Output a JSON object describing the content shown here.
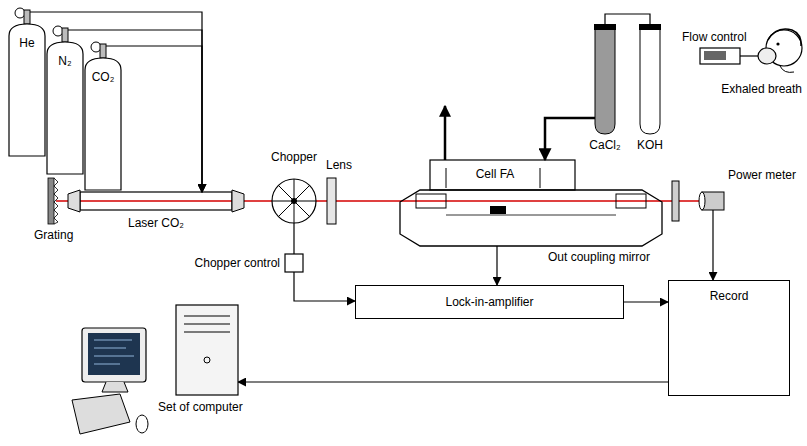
{
  "diagram": {
    "nodes": [
      {
        "text": [
          "He"
        ]
      },
      {
        "text": [
          "N₂"
        ]
      },
      {
        "text": [
          "CO₂"
        ]
      },
      {
        "text": [
          "Laser CO₂"
        ]
      },
      {
        "text": [
          "Chopper"
        ]
      },
      {
        "text": [
          "Cell FA"
        ]
      },
      {
        "text": [
          "CaCl₂"
        ]
      },
      {
        "text": [
          "KOH"
        ]
      },
      {
        "text": [
          "Flow control"
        ]
      },
      {
        "text": [
          "Exhaled breath"
        ]
      },
      {
        "text": [
          "Power meter"
        ]
      },
      {
        "text": [
          "Chopper control"
        ]
      },
      {
        "text": [
          "Lock-in-amplifier"
        ]
      },
      {
        "text": [
          "Record"
        ]
      },
      {
        "text": [
          "Set of computer"
        ]
      }
    ],
    "edges": [
      {
        "from": 0,
        "to": 3,
        "arrow": "to"
      },
      {
        "from": 1,
        "to": 3,
        "arrow": "to"
      },
      {
        "from": 2,
        "to": 3,
        "arrow": "to"
      },
      {
        "from": 4,
        "to": 11,
        "arrow": "none"
      },
      {
        "from": 11,
        "to": 12,
        "arrow": "to"
      },
      {
        "from": 5,
        "to": 12,
        "arrow": "to"
      },
      {
        "from": 12,
        "to": 13,
        "arrow": "to"
      },
      {
        "from": 10,
        "to": 13,
        "arrow": "to"
      },
      {
        "from": 13,
        "to": 14,
        "arrow": "to"
      },
      {
        "from": 6,
        "to": 5,
        "arrow": "to"
      },
      {
        "from": 7,
        "to": 6,
        "arrow": "none"
      },
      {
        "from": 9,
        "to": 8,
        "arrow": "none"
      }
    ],
    "labels": [
      "Grating",
      "Lens",
      "Out coupling mirror"
    ]
  }
}
